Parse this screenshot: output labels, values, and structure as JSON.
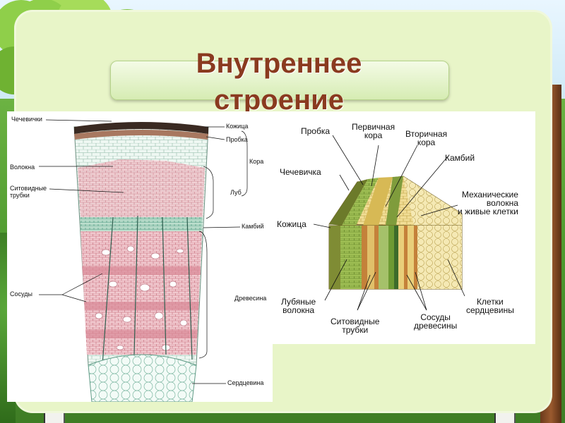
{
  "slide": {
    "title_line1": "Внутреннее",
    "title_line2": "строение"
  },
  "left_diagram": {
    "labels": {
      "lenticels": "Чечевички",
      "fibers": "Волокна",
      "sieve_tubes_1": "Ситовидные",
      "sieve_tubes_2": "трубки",
      "vessels": "Сосуды",
      "epidermis": "Кожица",
      "cork": "Пробка",
      "bark": "Кора",
      "phloem": "Луб",
      "cambium": "Камбий",
      "wood": "Древесина",
      "pith": "Сердцевина"
    }
  },
  "right_diagram": {
    "labels": {
      "cork": "Пробка",
      "primary_bark_1": "Первичная",
      "primary_bark_2": "кора",
      "secondary_bark_1": "Вторичная",
      "secondary_bark_2": "кора",
      "cambium": "Камбий",
      "lenticel": "Чечевичка",
      "mech_fibers_1": "Механические",
      "mech_fibers_2": "волокна",
      "mech_fibers_3": "и живые клетки",
      "epidermis": "Кожица",
      "bast_fibers_1": "Лубяные",
      "bast_fibers_2": "волокна",
      "sieve_tubes_1": "Ситовидные",
      "sieve_tubes_2": "трубки",
      "wood_vessels_1": "Сосуды",
      "wood_vessels_2": "древесины",
      "pith_cells_1": "Клетки",
      "pith_cells_2": "сердцевины"
    }
  }
}
